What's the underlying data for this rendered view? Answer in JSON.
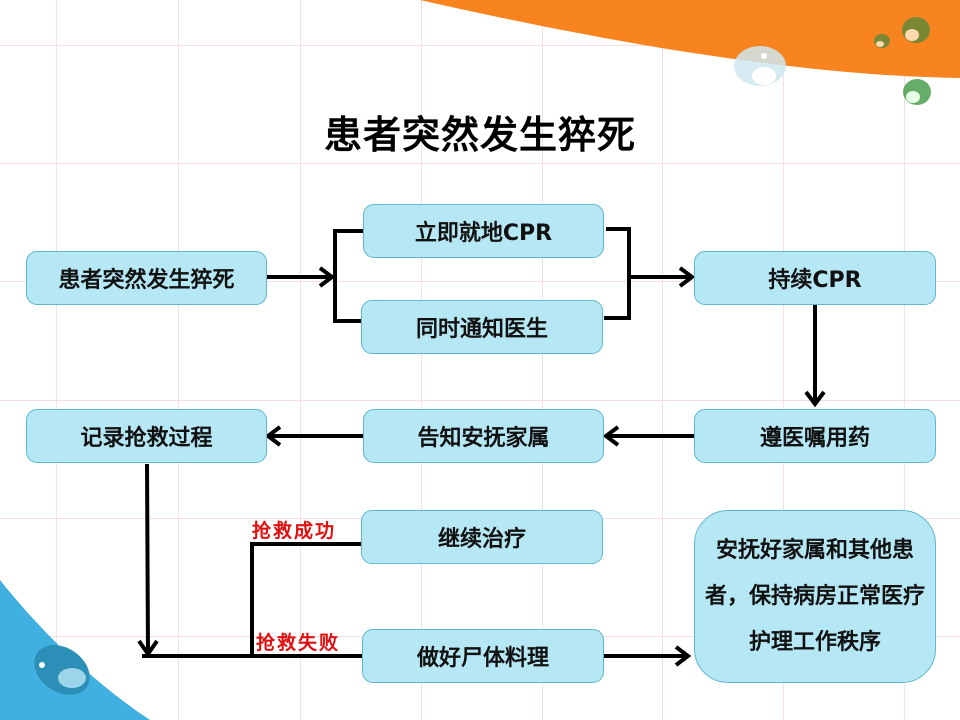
{
  "title": "患者突然发生猝死",
  "nodes": {
    "start": "患者突然发生猝死",
    "immediate_cpr": "立即就地CPR",
    "notify_doctor": "同时通知医生",
    "continue_cpr": "持续CPR",
    "medication": "遵医嘱用药",
    "inform_family": "告知安抚家属",
    "record": "记录抢救过程",
    "continue_treatment": "继续治疗",
    "body_care": "做好尸体料理",
    "comfort_all": "安抚好家属和其他患者，保持病房正常医疗护理工作秩序"
  },
  "branch_labels": {
    "success": "抢救成功",
    "failure": "抢救失败"
  },
  "colors": {
    "node_fill": "#b5e7f4",
    "node_border": "#5fb8cf",
    "label_red": "#e01010",
    "orange_accent": "#f7841f",
    "blue_accent": "#3fb0e0"
  }
}
